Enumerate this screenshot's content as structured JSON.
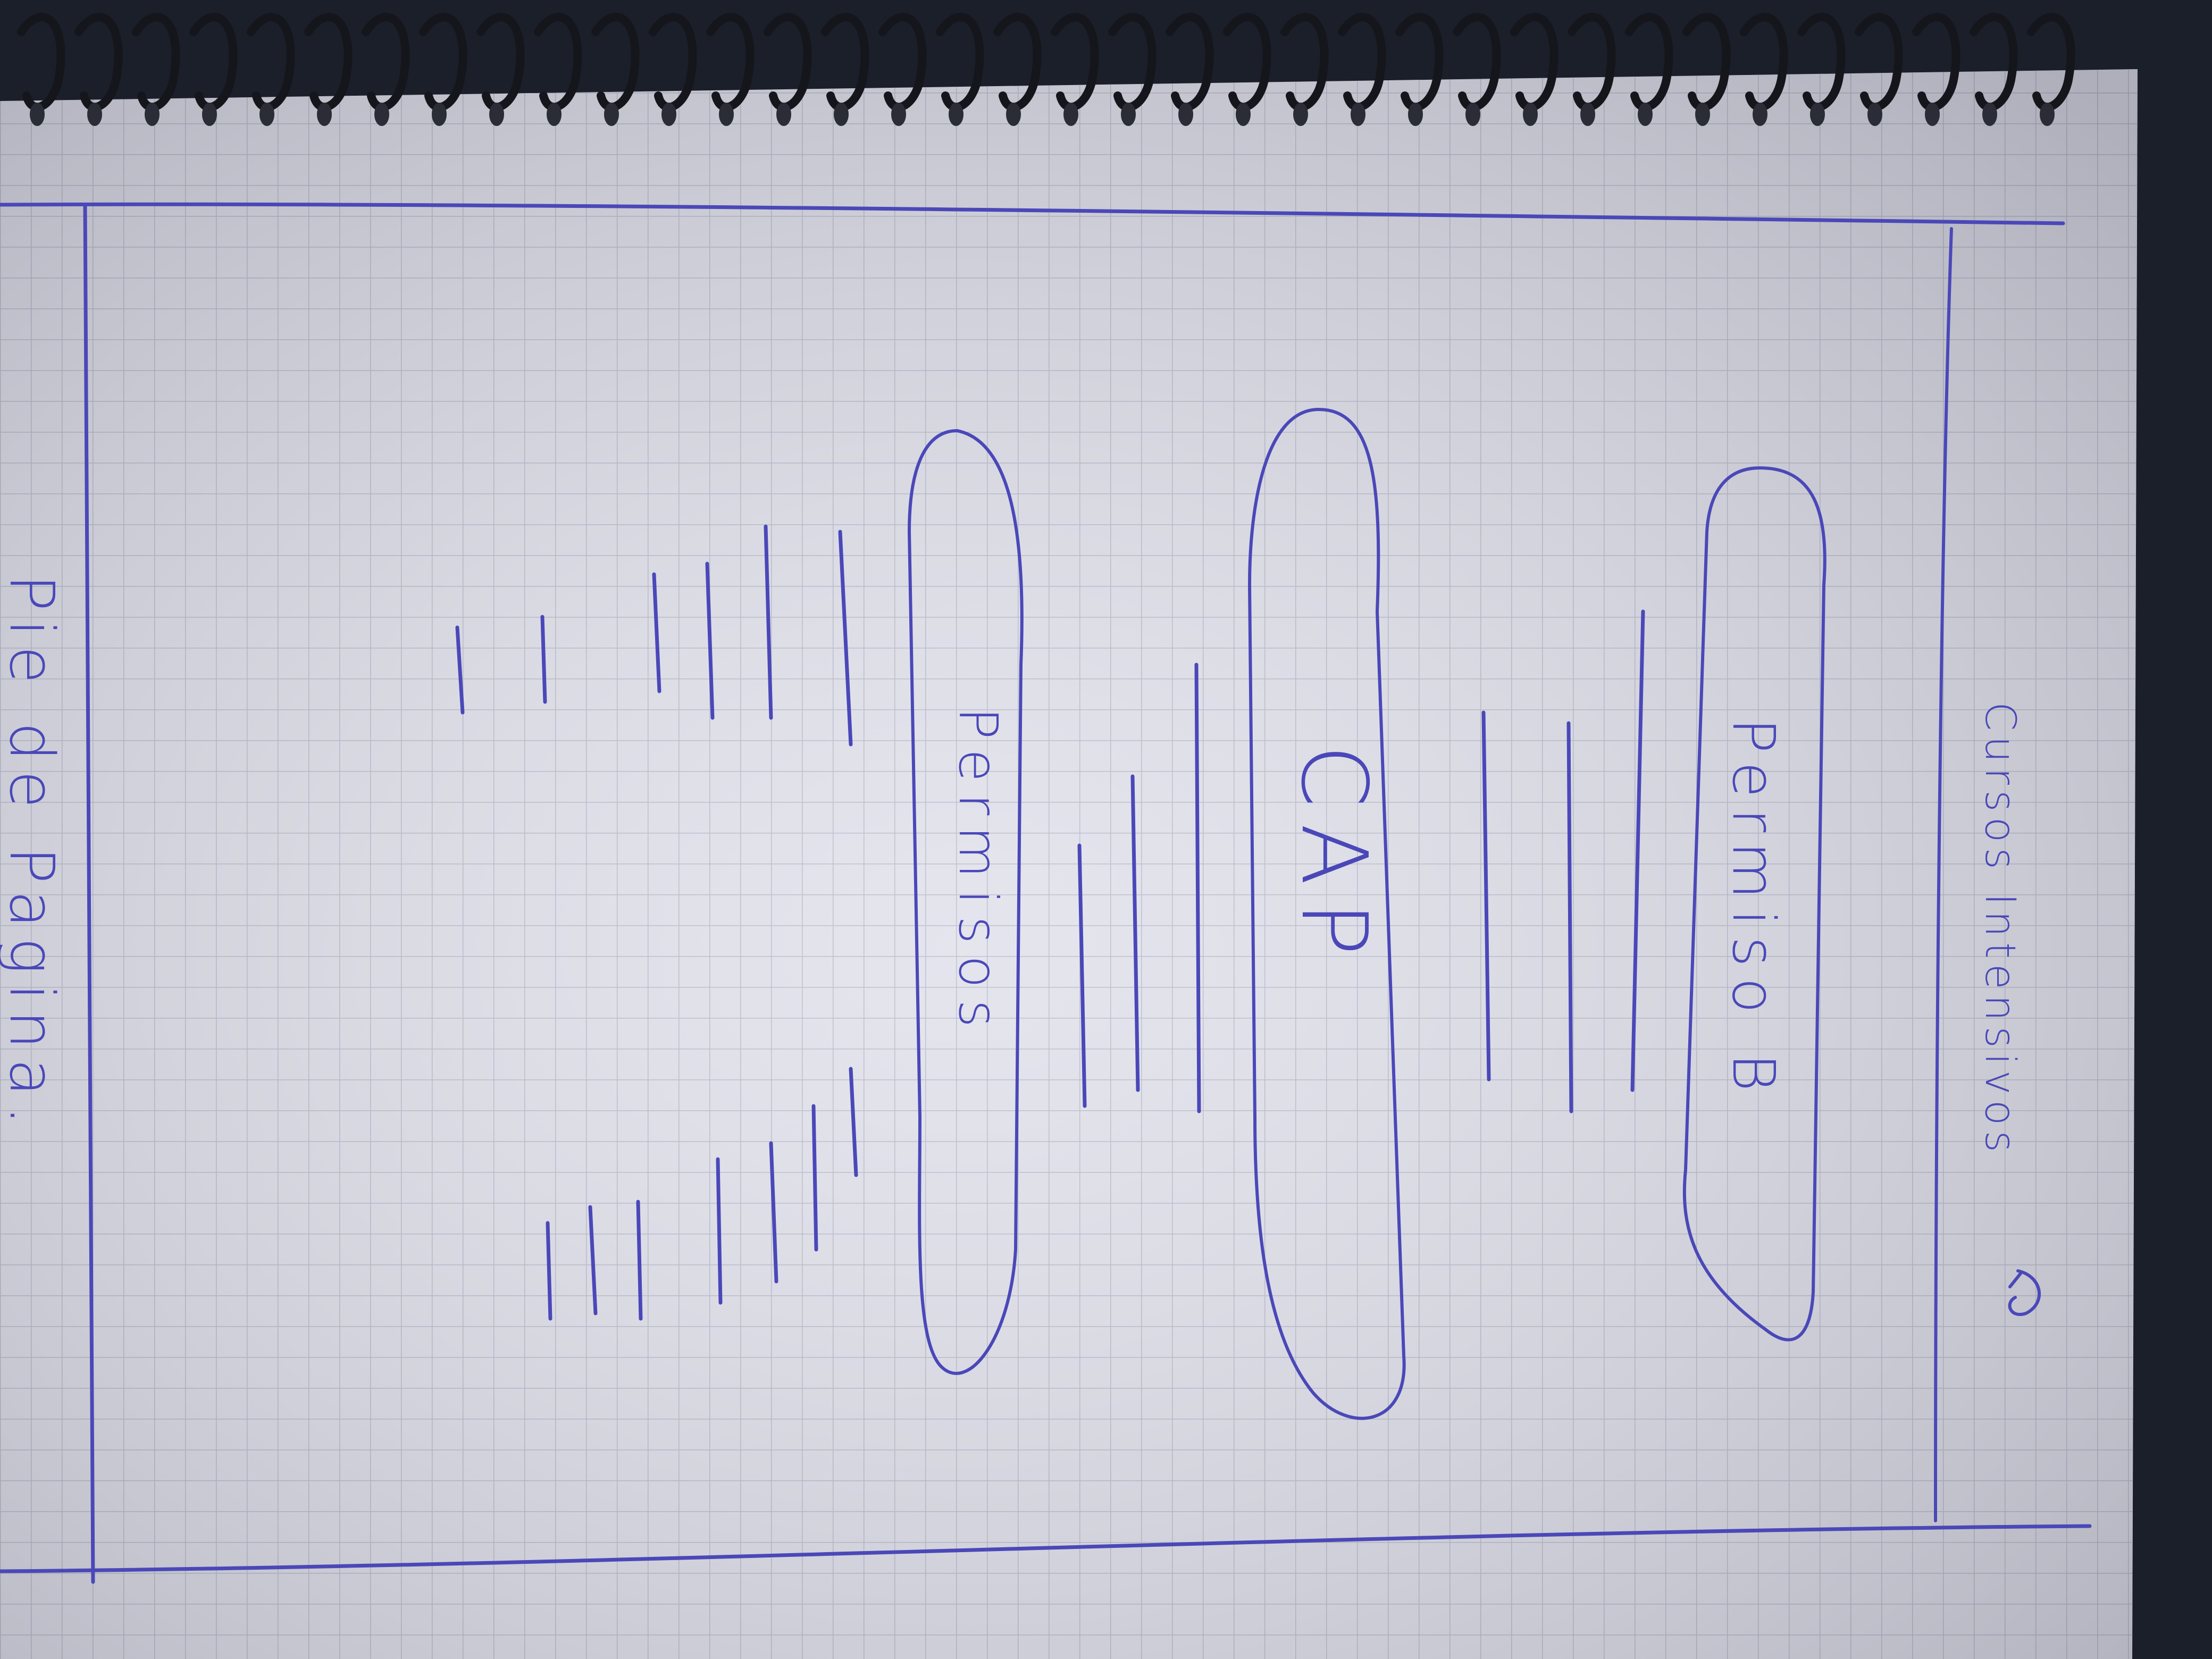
{
  "sketch": {
    "header_text": "Cursos Intensivos",
    "header_arrow": "arrow-curl-icon",
    "buttons": [
      {
        "label": "Permiso B"
      },
      {
        "label": "CAP"
      },
      {
        "label": "Permisos"
      }
    ],
    "footer_text": "Pie de Pagina."
  },
  "colors": {
    "ink": "#4a48b8",
    "paper": "#e4e4ee",
    "grid": "#b9bccb",
    "spiral": "#15161c",
    "background": "#1a1f2a"
  }
}
